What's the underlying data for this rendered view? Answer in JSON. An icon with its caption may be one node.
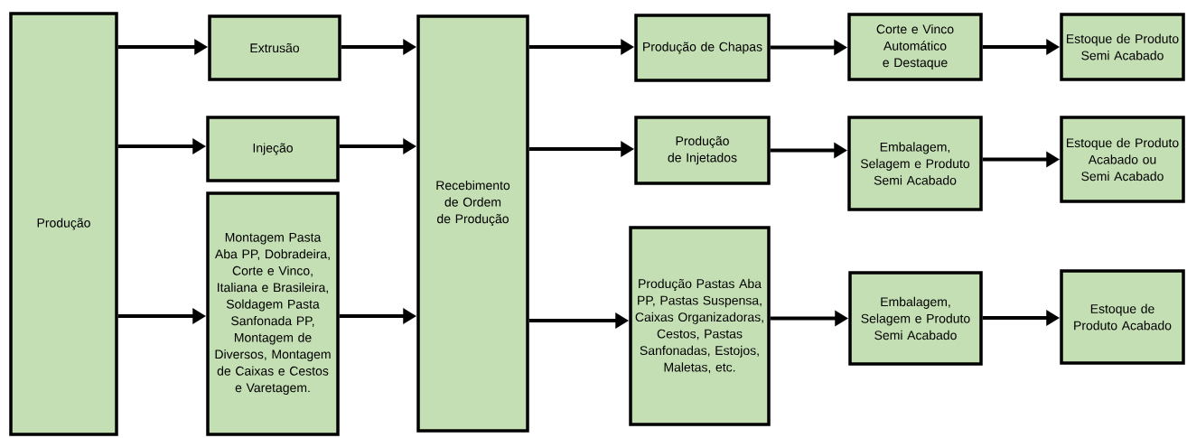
{
  "diagram": {
    "nodes": [
      {
        "text": [
          "Produção"
        ]
      },
      {
        "text": [
          "Extrusão"
        ]
      },
      {
        "text": [
          "Injeção"
        ]
      },
      {
        "text": [
          "Montagem Pasta Aba PP, Dobradeira, Corte e Vinco, Italiana e Brasileira, Soldagem Pasta Sanfonada PP, Montagem de Diversos, Montagem de Caixas e Cestos e Varetagem."
        ]
      },
      {
        "text": [
          "Recebimento de Ordem de Produção"
        ]
      },
      {
        "text": [
          "Produção de Chapas"
        ]
      },
      {
        "text": [
          "Corte e Vinco Automático e Destaque"
        ]
      },
      {
        "text": [
          "Estoque de Produto Semi Acabado"
        ]
      },
      {
        "text": [
          "Produção de Injetados"
        ]
      },
      {
        "text": [
          "Embalagem, Selagem e Produto Semi Acabado"
        ]
      },
      {
        "text": [
          "Estoque de Produto Acabado ou Semi Acabado"
        ]
      },
      {
        "text": [
          "Produção Pastas Aba PP, Pastas Suspensa, Caixas Organizadoras, Cestos, Pastas Sanfonadas, Estojos, Maletas, etc."
        ]
      },
      {
        "text": [
          "Embalagem, Selagem e Produto Semi Acabado"
        ]
      },
      {
        "text": [
          "Estoque de Produto Acabado"
        ]
      }
    ],
    "edges": [
      {
        "from": 0,
        "to": 1,
        "arrow": "to"
      },
      {
        "from": 0,
        "to": 2,
        "arrow": "to"
      },
      {
        "from": 0,
        "to": 3,
        "arrow": "to"
      },
      {
        "from": 1,
        "to": 4,
        "arrow": "to"
      },
      {
        "from": 2,
        "to": 4,
        "arrow": "to"
      },
      {
        "from": 3,
        "to": 4,
        "arrow": "to"
      },
      {
        "from": 4,
        "to": 5,
        "arrow": "to"
      },
      {
        "from": 4,
        "to": 8,
        "arrow": "to"
      },
      {
        "from": 4,
        "to": 11,
        "arrow": "to"
      },
      {
        "from": 5,
        "to": 6,
        "arrow": "to"
      },
      {
        "from": 6,
        "to": 7,
        "arrow": "to"
      },
      {
        "from": 8,
        "to": 9,
        "arrow": "to"
      },
      {
        "from": 9,
        "to": 10,
        "arrow": "to"
      },
      {
        "from": 11,
        "to": 12,
        "arrow": "to"
      },
      {
        "from": 12,
        "to": 13,
        "arrow": "to"
      }
    ]
  }
}
